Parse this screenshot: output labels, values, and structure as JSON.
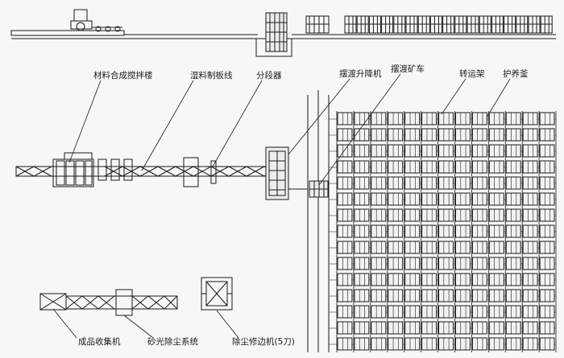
{
  "labels": {
    "mixer": "材料合成搅拌楼",
    "forming_line": "湿料制板线",
    "segmenter": "分段器",
    "ferry_lift": "摆渡升降机",
    "ferry_car": "摆渡矿车",
    "transfer_rack": "转运架",
    "curing_kiln": "护养釜",
    "collector": "成品收集机",
    "sander_dust": "砂光除尘系统",
    "trimmer": "除尘修边机(5刀)"
  },
  "colors": {
    "ink": "#1a1a1a",
    "paper": "#f7f7f4",
    "fill": "#d9d9d6"
  }
}
